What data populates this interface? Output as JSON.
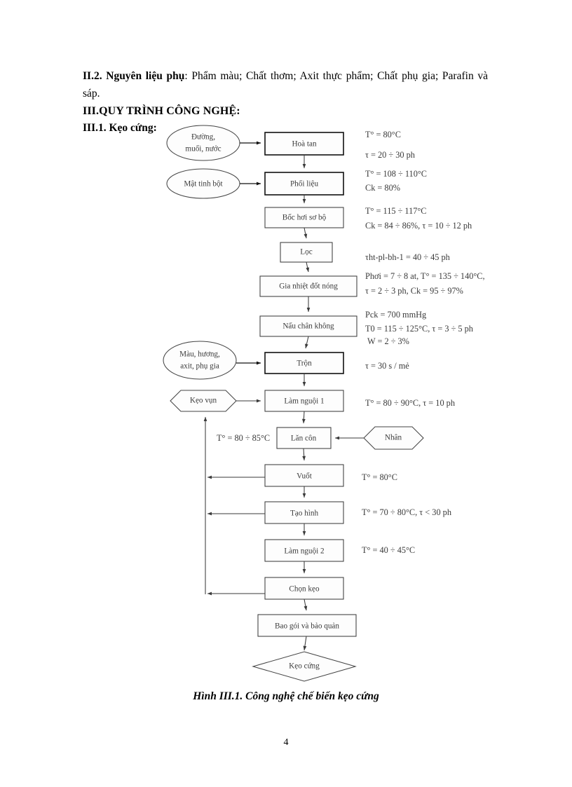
{
  "document": {
    "page_number": "4",
    "caption": "Hình III.1. Công nghệ  chế biến kẹo cứng"
  },
  "body": {
    "section_2_lead": "II.2. Nguyên liệu phụ",
    "section_2_text": ": Phẩm màu; Chất thơm; Axit thực phẩm; Chất phụ gia; Parafin và sáp.",
    "section_3_heading": "III.QUY TRÌNH CÔNG NGHỆ:",
    "section_3_1_heading": "III.1. Kẹo cứng:"
  },
  "flowchart": {
    "inputs": [
      {
        "id": "duong",
        "shape": "ellipse",
        "line1": "Đường,",
        "line2": "muối, nước"
      },
      {
        "id": "mat-tinh-bot",
        "shape": "ellipse",
        "line1": "Mật tinh bột",
        "line2": ""
      },
      {
        "id": "mau-huong",
        "shape": "ellipse",
        "line1": "Màu, hương,",
        "line2": "axit, phụ gia"
      },
      {
        "id": "keo-vun",
        "shape": "hexagon",
        "line1": "Kẹo vụn",
        "line2": ""
      },
      {
        "id": "nhan",
        "shape": "hexagon",
        "line1": "Nhân",
        "line2": ""
      }
    ],
    "steps": [
      {
        "id": "hoa-tan",
        "label": "Hoà tan"
      },
      {
        "id": "phoi-lieu",
        "label": "Phối liệu"
      },
      {
        "id": "boc-hoi-so-bo",
        "label": "Bốc hơi sơ bộ"
      },
      {
        "id": "loc",
        "label": "Lọc"
      },
      {
        "id": "gia-nhiet-dot-nong",
        "label": "Gia nhiệt đốt nóng"
      },
      {
        "id": "nau-chan-khong",
        "label": "Nấu chân không"
      },
      {
        "id": "tron",
        "label": "Trộn"
      },
      {
        "id": "lam-nguoi-1",
        "label": "Làm nguội 1"
      },
      {
        "id": "lan-con",
        "label": "Lăn côn"
      },
      {
        "id": "vuot",
        "label": "Vuốt"
      },
      {
        "id": "tao-hinh",
        "label": "Tạo hình"
      },
      {
        "id": "lam-nguoi-2",
        "label": "Làm nguội 2"
      },
      {
        "id": "chon-keo",
        "label": "Chọn kẹo"
      },
      {
        "id": "bao-goi",
        "label": "Bao gói và bảo quản"
      }
    ],
    "output": {
      "id": "keo-cung",
      "label": "Kẹo cứng"
    },
    "side_label": "T° = 80 ÷ 85°C",
    "annotations": [
      {
        "id": "a-hoa-tan-1",
        "text": "T° = 80°C"
      },
      {
        "id": "a-hoa-tan-2",
        "text": "τ = 20 ÷ 30 ph"
      },
      {
        "id": "a-phoi-lieu-1",
        "text": "T° = 108 ÷ 110°C"
      },
      {
        "id": "a-phoi-lieu-2",
        "text": "Ck = 80%"
      },
      {
        "id": "a-boc-hoi-1",
        "text": "T° = 115 ÷ 117°C"
      },
      {
        "id": "a-boc-hoi-2",
        "text": "Ck = 84 ÷ 86%, τ = 10 ÷ 12 ph"
      },
      {
        "id": "a-loc-1",
        "text": "τht-pl-bh-1 = 40 ÷ 45 ph"
      },
      {
        "id": "a-gia-nhiet-1",
        "text": "Phơi = 7 ÷ 8 at, T° = 135 ÷ 140°C,"
      },
      {
        "id": "a-gia-nhiet-2",
        "text": "τ = 2 ÷ 3 ph, Ck = 95 ÷ 97%"
      },
      {
        "id": "a-nau-1",
        "text": "Pck = 700 mmHg"
      },
      {
        "id": "a-nau-2",
        "text": "T0 = 115 ÷ 125°C, τ = 3 ÷ 5 ph"
      },
      {
        "id": "a-nau-3",
        "text": "W = 2 ÷ 3%"
      },
      {
        "id": "a-tron-1",
        "text": "τ = 30 s / mẻ"
      },
      {
        "id": "a-lam-nguoi-1",
        "text": "T° = 80 ÷ 90°C, τ = 10 ph"
      },
      {
        "id": "a-vuot-1",
        "text": "T° = 80°C"
      },
      {
        "id": "a-tao-hinh-1",
        "text": "T° = 70 ÷ 80°C, τ < 30 ph"
      },
      {
        "id": "a-lam-nguoi-2",
        "text": "T° = 40 ÷ 45°C"
      }
    ]
  }
}
